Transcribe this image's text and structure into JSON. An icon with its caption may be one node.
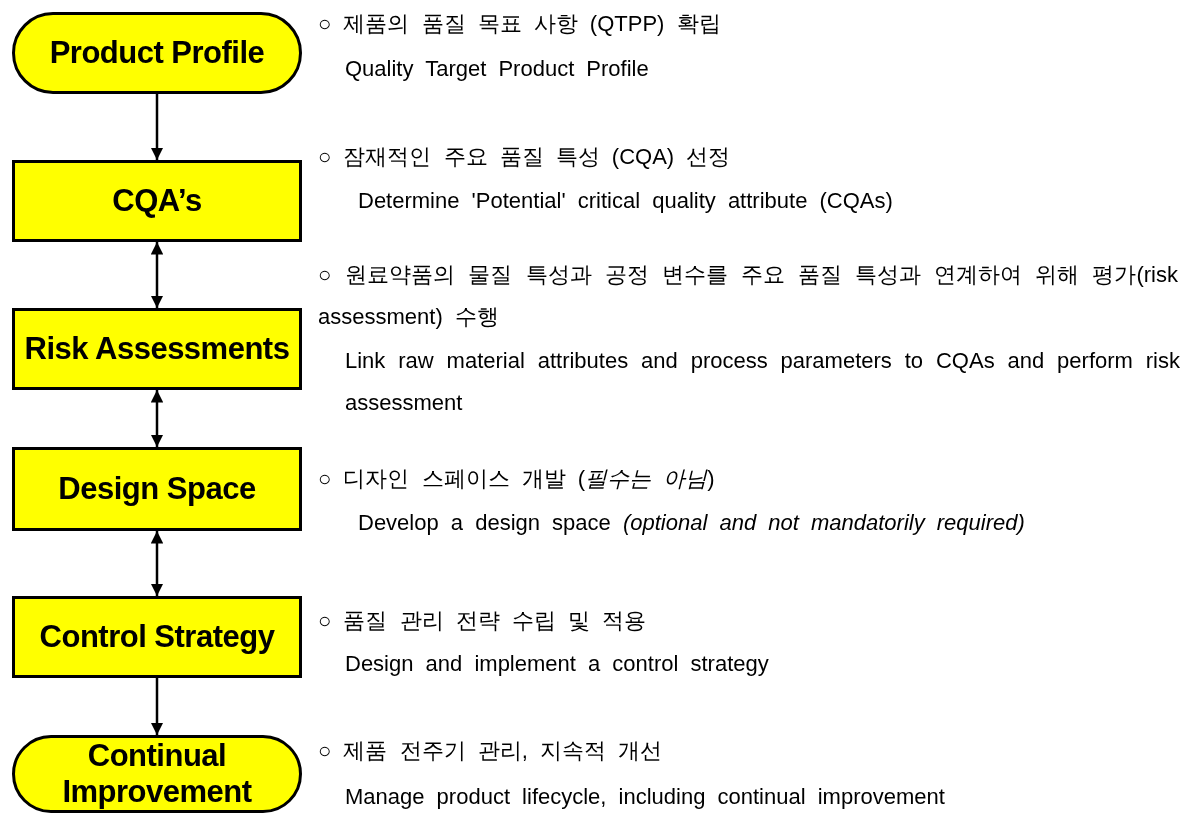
{
  "diagram": {
    "nodes": [
      {
        "text": [
          "Product Profile"
        ],
        "beside": [
          "○ 제품의 품질 목표 사항 (QTPP) 확립",
          "Quality Target Product Profile"
        ]
      },
      {
        "text": [
          "CQA’s"
        ],
        "beside": [
          "○ 잠재적인 주요 품질 특성 (CQA) 선정",
          "Determine 'Potential' critical quality attribute (CQAs)"
        ]
      },
      {
        "text": [
          "Risk Assessments"
        ],
        "beside": [
          "○ 원료약품의 물질 특성과 공정 변수를 주요 품질 특성과 연계하여 위해 평가(risk assessment) 수행",
          "Link raw material attributes and process parameters to CQAs and perform risk assessment"
        ]
      },
      {
        "text": [
          "Design Space"
        ],
        "beside": [
          "○ 디자인 스페이스 개발 (*필수는 아님*)",
          "Develop a design space *(optional and not mandatorily required)*"
        ]
      },
      {
        "text": [
          "Control Strategy"
        ],
        "beside": [
          "○ 품질 관리 전략 수립 및 적용",
          "Design and implement a control strategy"
        ]
      },
      {
        "text": [
          "Continual Improvement"
        ],
        "beside": [
          "○ 제품 전주기 관리, 지속적 개선",
          "Manage product lifecycle, including continual improvement"
        ]
      }
    ],
    "edges": [
      {
        "from": 0,
        "to": 1,
        "arrow": "to"
      },
      {
        "from": 1,
        "to": 2,
        "arrow": "both"
      },
      {
        "from": 2,
        "to": 3,
        "arrow": "both"
      },
      {
        "from": 3,
        "to": 4,
        "arrow": "both"
      },
      {
        "from": 4,
        "to": 5,
        "arrow": "to"
      }
    ]
  }
}
